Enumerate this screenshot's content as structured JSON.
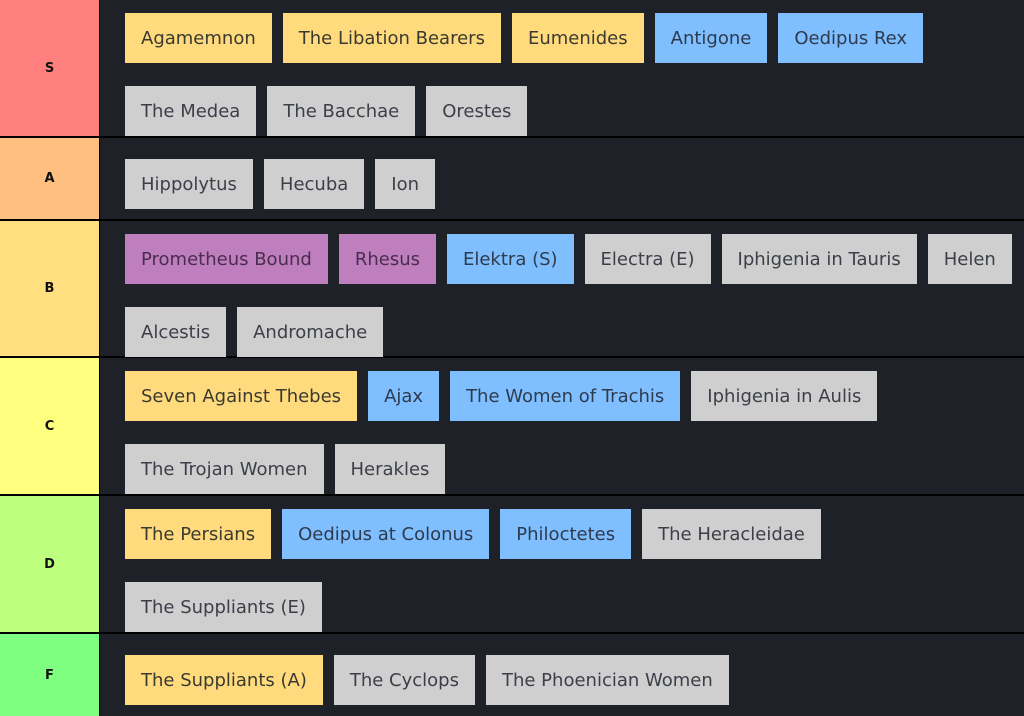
{
  "colors": {
    "panel_bg": "#1f2128",
    "aeschylus": "#ffdb7d",
    "sophocles": "#7fbfff",
    "euripides": "#cfcfcf",
    "disputed": "#bf7fbf"
  },
  "tiers": [
    {
      "label": "S",
      "color": "#ff7f7f",
      "height": 138,
      "items": [
        {
          "title": "Agamemnon",
          "group": "aeschylus"
        },
        {
          "title": "The Libation Bearers",
          "group": "aeschylus"
        },
        {
          "title": "Eumenides",
          "group": "aeschylus"
        },
        {
          "title": "Antigone",
          "group": "sophocles"
        },
        {
          "title": "Oedipus Rex",
          "group": "sophocles"
        },
        {
          "title": "The Medea",
          "group": "euripides"
        },
        {
          "title": "The Bacchae",
          "group": "euripides"
        },
        {
          "title": "Orestes",
          "group": "euripides"
        }
      ]
    },
    {
      "label": "A",
      "color": "#ffbf7f",
      "height": 83,
      "items": [
        {
          "title": "Hippolytus",
          "group": "euripides"
        },
        {
          "title": "Hecuba",
          "group": "euripides"
        },
        {
          "title": "Ion",
          "group": "euripides"
        }
      ]
    },
    {
      "label": "B",
      "color": "#ffdf7f",
      "height": 137,
      "items": [
        {
          "title": "Prometheus Bound",
          "group": "disputed"
        },
        {
          "title": "Rhesus",
          "group": "disputed"
        },
        {
          "title": "Elektra (S)",
          "group": "sophocles"
        },
        {
          "title": "Electra (E)",
          "group": "euripides"
        },
        {
          "title": "Iphigenia in Tauris",
          "group": "euripides"
        },
        {
          "title": "Helen",
          "group": "euripides"
        },
        {
          "title": "Alcestis",
          "group": "euripides"
        },
        {
          "title": "Andromache",
          "group": "euripides"
        }
      ]
    },
    {
      "label": "C",
      "color": "#ffff7f",
      "height": 138,
      "items": [
        {
          "title": "Seven Against Thebes",
          "group": "aeschylus"
        },
        {
          "title": "Ajax",
          "group": "sophocles"
        },
        {
          "title": "The Women of Trachis",
          "group": "sophocles"
        },
        {
          "title": "Iphigenia in Aulis",
          "group": "euripides"
        },
        {
          "title": "The Trojan Women",
          "group": "euripides"
        },
        {
          "title": "Herakles",
          "group": "euripides"
        }
      ]
    },
    {
      "label": "D",
      "color": "#bfff7f",
      "height": 138,
      "items": [
        {
          "title": "The Persians",
          "group": "aeschylus"
        },
        {
          "title": "Oedipus at Colonus",
          "group": "sophocles"
        },
        {
          "title": "Philoctetes",
          "group": "sophocles"
        },
        {
          "title": "The Heracleidae",
          "group": "euripides"
        },
        {
          "title": "The Suppliants (E)",
          "group": "euripides"
        }
      ]
    },
    {
      "label": "F",
      "color": "#7fff7f",
      "height": 82,
      "items": [
        {
          "title": "The Suppliants (A)",
          "group": "aeschylus"
        },
        {
          "title": "The Cyclops",
          "group": "euripides"
        },
        {
          "title": "The Phoenician Women",
          "group": "euripides"
        }
      ]
    }
  ]
}
